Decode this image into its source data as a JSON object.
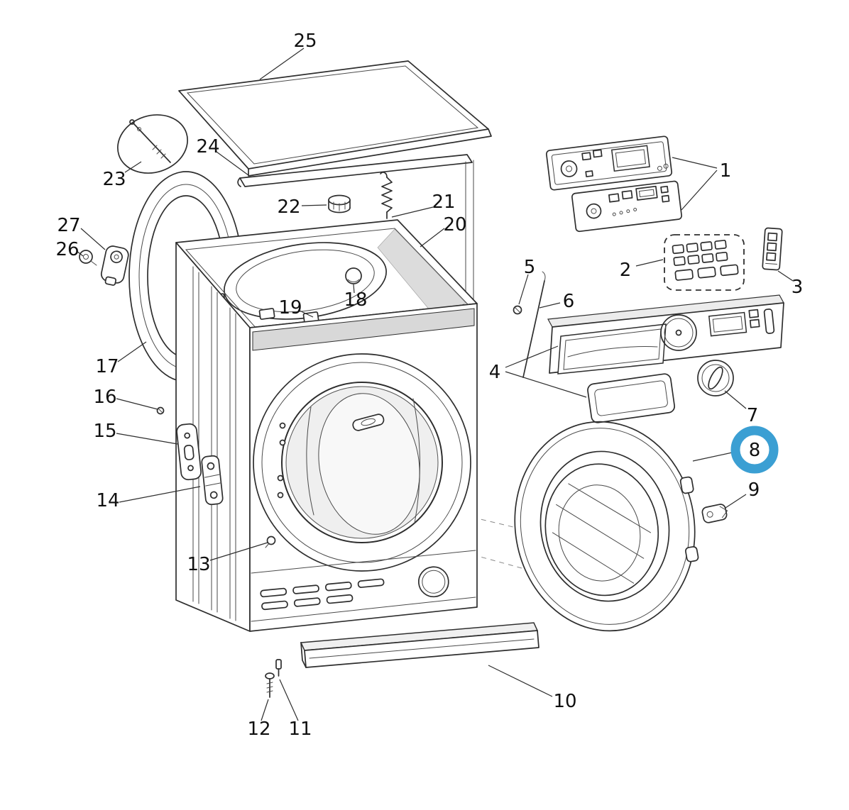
{
  "diagram": {
    "type": "exploded-parts-diagram",
    "subject": "front-load washing machine",
    "background": "#ffffff",
    "line_color": "#2e2e2e",
    "highlight": {
      "part": "8",
      "color": "#3b9fd3"
    },
    "labels": [
      "1",
      "2",
      "3",
      "4",
      "5",
      "6",
      "7",
      "8",
      "9",
      "10",
      "11",
      "12",
      "13",
      "14",
      "15",
      "16",
      "17",
      "18",
      "19",
      "20",
      "21",
      "22",
      "23",
      "24",
      "25",
      "26",
      "27"
    ]
  }
}
